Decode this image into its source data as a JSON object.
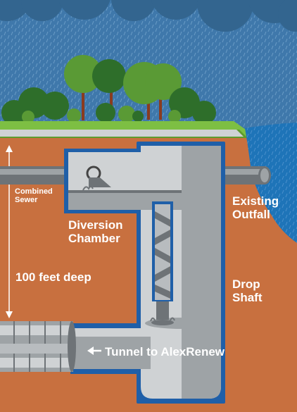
{
  "labels": {
    "combined_sewer": "Combined\nSewer",
    "existing_outfall": "Existing\nOutfall",
    "diversion_chamber": "Diversion\nChamber",
    "depth": "100 feet deep",
    "drop_shaft": "Drop\nShaft",
    "tunnel": "Tunnel to AlexRenew"
  },
  "icons": {
    "tunnel_arrow": "left-arrow-icon",
    "depth_arrow": "double-vertical-arrow-icon"
  },
  "colors": {
    "sky": "#3f78ab",
    "storm_cloud": "#3a6e9e",
    "grass": "#7dbf43",
    "soil": "#c8703f",
    "water": "#1e74b8",
    "structure_outline": "#1f5fa8",
    "concrete_light": "#cfd2d4",
    "concrete_mid": "#9ea3a6",
    "concrete_dark": "#6e7377",
    "tree_dark": "#2e6e2a",
    "tree_light": "#5a9a35",
    "trunk": "#8a3b1f",
    "label_text": "#ffffff"
  }
}
